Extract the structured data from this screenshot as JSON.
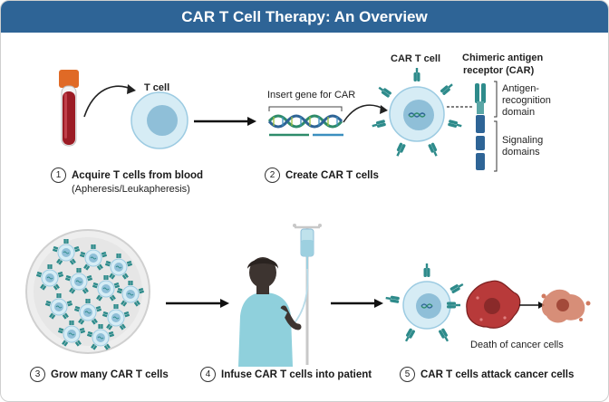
{
  "title": "CAR T Cell Therapy: An Overview",
  "labels": {
    "t_cell": "T cell",
    "insert_gene": "Insert gene for CAR",
    "car_t_cell": "CAR T cell",
    "car_line1": "Chimeric antigen",
    "car_line2": "receptor (CAR)",
    "antigen_line1": "Antigen-",
    "antigen_line2": "recognition",
    "antigen_line3": "domain",
    "signaling_line1": "Signaling",
    "signaling_line2": "domains",
    "death": "Death of cancer cells"
  },
  "steps": [
    {
      "number": "1",
      "text": "Acquire T cells from blood",
      "sub": "(Apheresis/Leukapheresis)"
    },
    {
      "number": "2",
      "text": "Create CAR T cells"
    },
    {
      "number": "3",
      "text": "Grow many CAR T cells"
    },
    {
      "number": "4",
      "text": "Infuse CAR T cells into patient"
    },
    {
      "number": "5",
      "text": "CAR T cells attack cancer cells"
    }
  ],
  "colors": {
    "header": "#2e6496",
    "teal": "#2e8b8b",
    "cell_fill": "#d6ecf5",
    "nucleus": "#8fbfd8",
    "blood": "#9b1c25",
    "tube_cap": "#e06a26",
    "cancer": "#b83a3a",
    "gown": "#8fd0dc",
    "skin": "#3d3430"
  }
}
